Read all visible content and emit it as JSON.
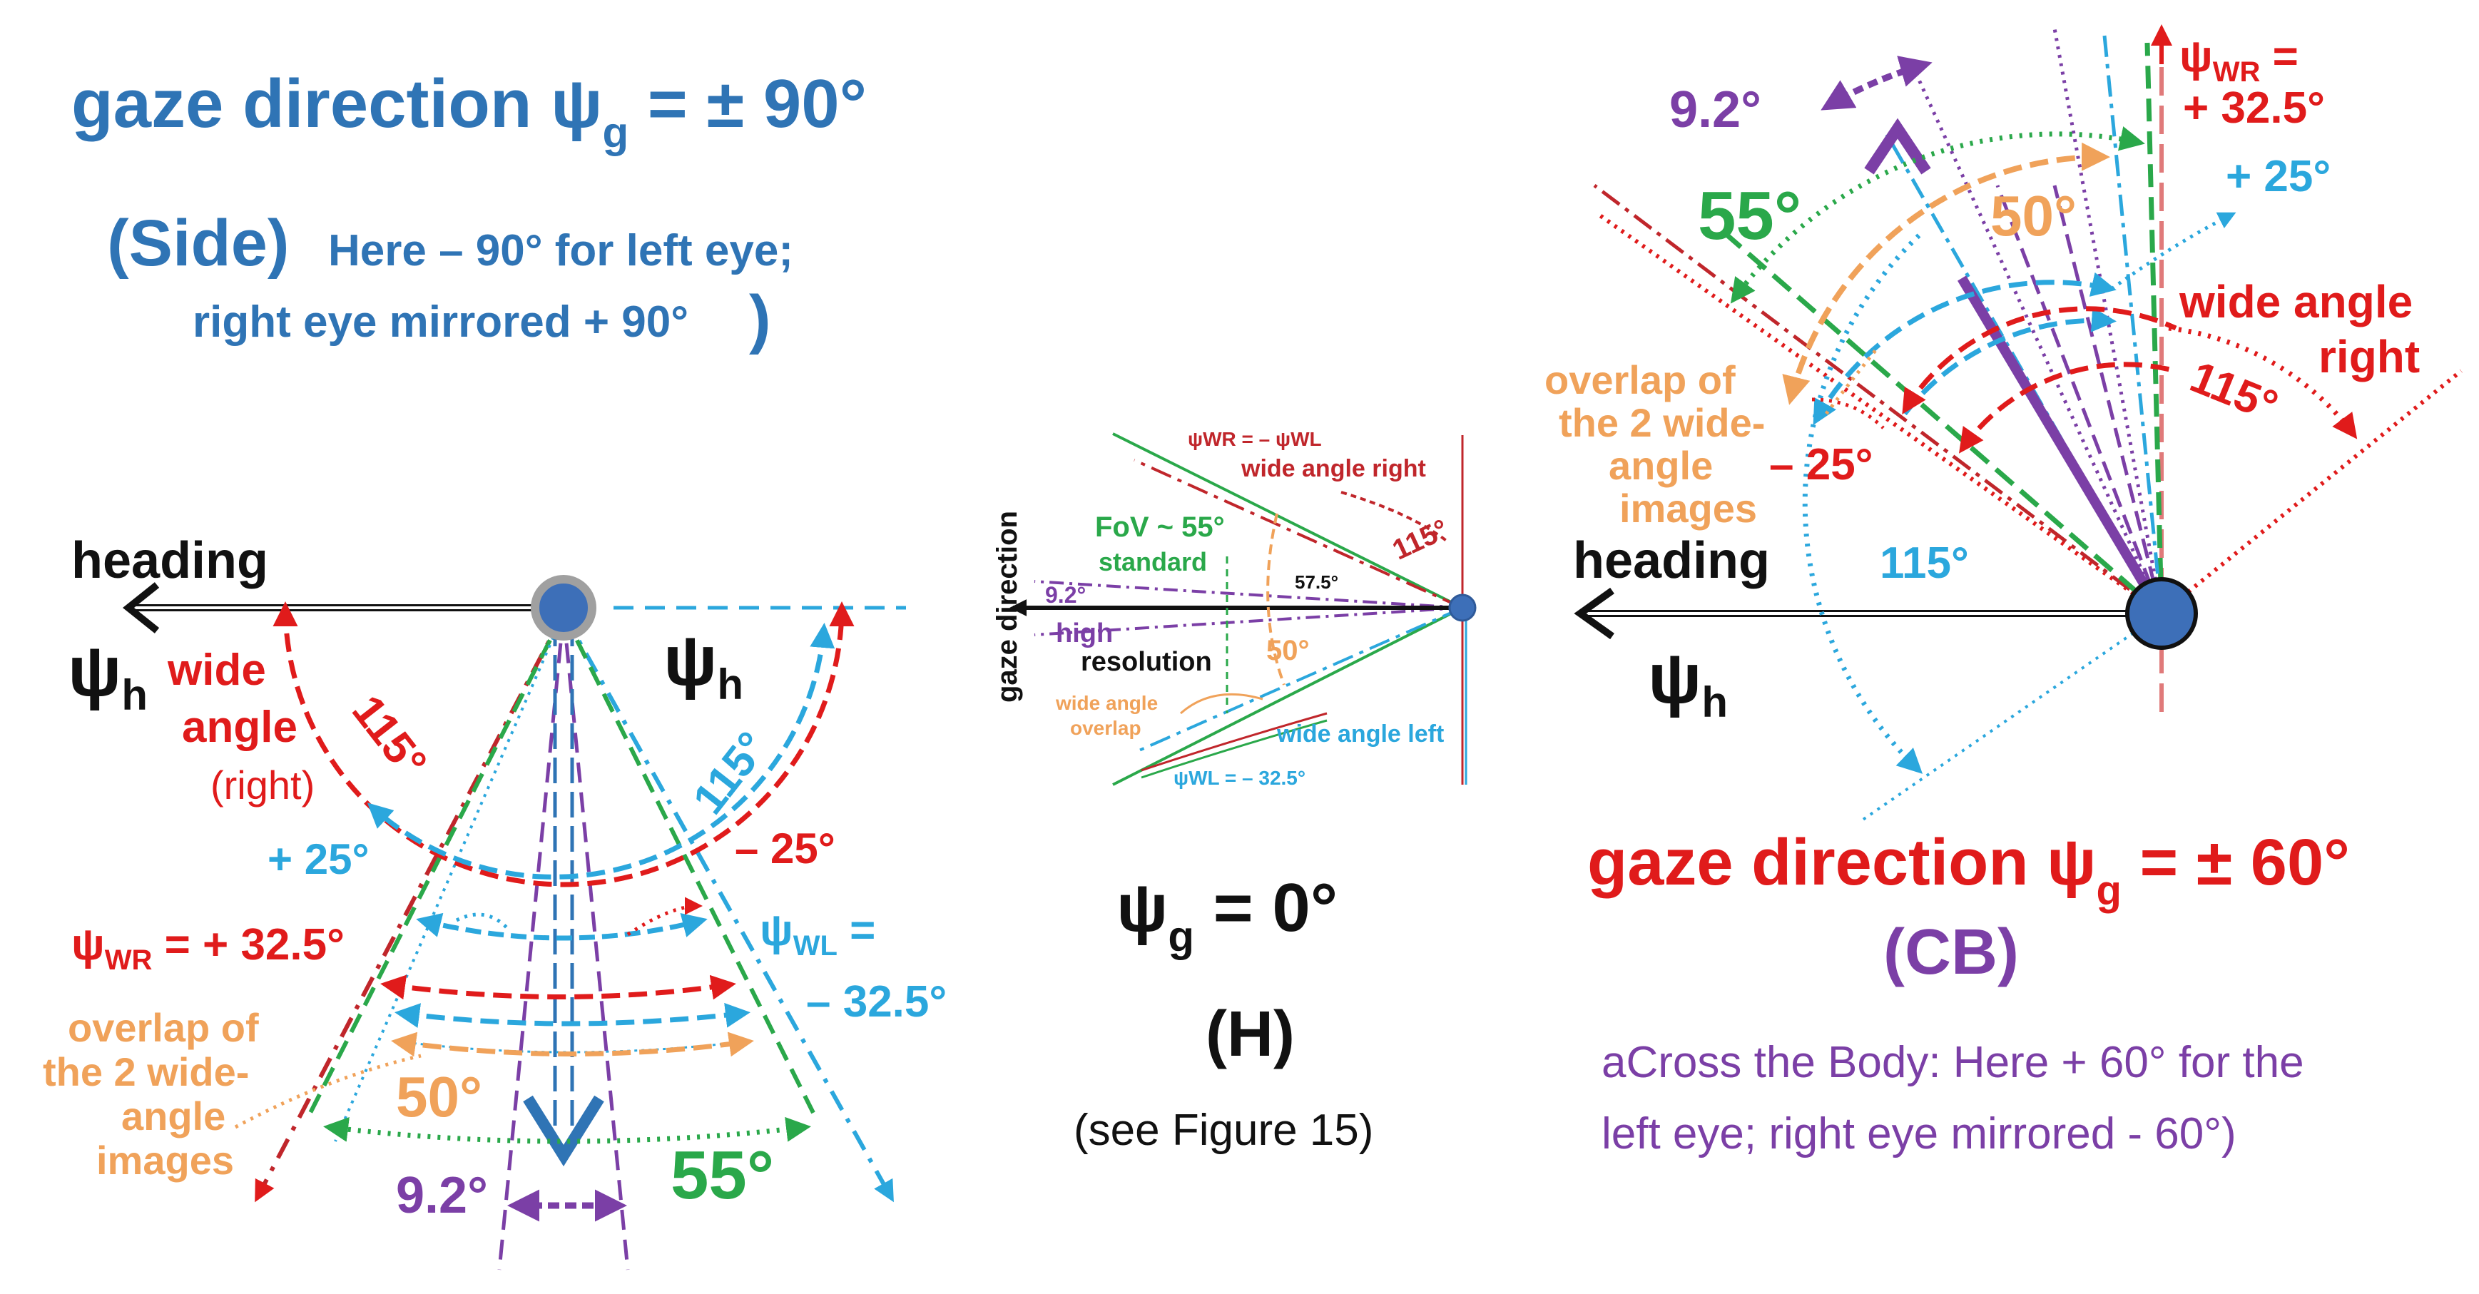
{
  "colors": {
    "blue_title": "#2f74b5",
    "red": "#e01b1b",
    "dark_red": "#c0262b",
    "green": "#2aa84a",
    "orange": "#f0a25a",
    "purple": "#7b3fa6",
    "cyan": "#2ba7dd",
    "eye_fill": "#3d6fb8",
    "black": "#111111"
  },
  "left_panel": {
    "title_main": "gaze direction ψ",
    "title_sub": "g",
    "title_value": " = ± 90°",
    "side_label": "(Side)",
    "side_desc_line1": "Here – 90° for left eye;",
    "side_desc_line2": "right eye mirrored + 90°",
    "side_close": ")",
    "heading": "heading",
    "psi": "ψ",
    "psi_sub": "h",
    "wide_angle_l1": "wide",
    "wide_angle_l2": "angle",
    "wide_angle_l3": "(right)",
    "deg_115_red": "115°",
    "deg_115_cyan": "115°",
    "plus25": "+ 25°",
    "minus25": "– 25°",
    "psi_wr_psi": "ψ",
    "psi_wr_sub": "WR",
    "psi_wr_value": " = + 32.5°",
    "psi_wl_psi": "ψ",
    "psi_wl_sub": "WL",
    "psi_wl_eq": " =",
    "psi_wl_value": "– 32.5°",
    "overlap_l1": "overlap of",
    "overlap_l2": "the 2 wide-",
    "overlap_l3": "angle",
    "overlap_l4": "images",
    "deg50": "50°",
    "deg9_2": "9.2°",
    "deg55": "55°"
  },
  "center_panel": {
    "gaze_direction": "gaze direction",
    "psi_wr_label": "ψWR = – ψWL",
    "wide_angle_right": "wide angle right",
    "fov_l1": "FoV ~ 55°",
    "fov_l2": "standard",
    "deg115": "115°",
    "deg57_5": "57.5°",
    "deg9_2": "9.2°",
    "high": "high",
    "resolution": "resolution",
    "deg50": "50°",
    "overlap_l1": "wide angle",
    "overlap_l2": "overlap",
    "wide_angle_left": "wide angle left",
    "psi_wl_label": "ψWL = – 32.5°",
    "psi_g_psi": "ψ",
    "psi_g_sub": "g",
    "psi_g_value": " = 0°",
    "h_label": "(H)",
    "see_figure": "(see Figure 15)"
  },
  "right_panel": {
    "deg9_2": "9.2°",
    "psi_wr_psi": "ψ",
    "psi_wr_sub": "WR",
    "psi_wr_eq": " =",
    "psi_wr_value": "+ 32.5°",
    "plus25": "+ 25°",
    "deg55": "55°",
    "deg50": "50°",
    "wide_angle_l1": "wide angle",
    "wide_angle_l2": "right",
    "deg115_red": "115°",
    "overlap_l1": "overlap of",
    "overlap_l2": "the 2 wide-",
    "overlap_l3": "angle",
    "overlap_l4": "images",
    "minus25": "– 25°",
    "deg115_cyan": "115°",
    "heading": "heading",
    "psi": "ψ",
    "psi_sub": "h",
    "title_main": "gaze direction ψ",
    "title_sub": "g",
    "title_value": " = ± 60°",
    "cb_label": "(CB)",
    "desc_line1": "aCross the Body: Here + 60° for the",
    "desc_line2": "left eye; right eye mirrored - 60°)"
  }
}
